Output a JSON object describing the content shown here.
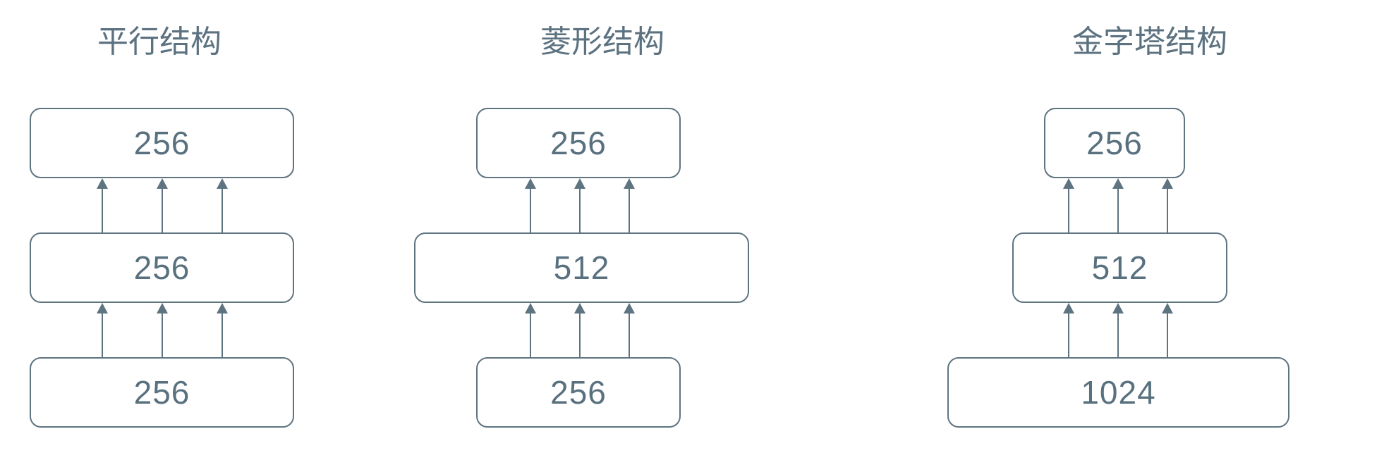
{
  "colors": {
    "background": "#ffffff",
    "stroke": "#5e7480",
    "text": "#59717f"
  },
  "diagrams": [
    {
      "title": "平行结构",
      "arrow_direction": "up",
      "arrows_per_gap": 3,
      "layers": [
        {
          "label": "256"
        },
        {
          "label": "256"
        },
        {
          "label": "256"
        }
      ]
    },
    {
      "title": "菱形结构",
      "arrow_direction": "up",
      "arrows_per_gap": 3,
      "layers": [
        {
          "label": "256"
        },
        {
          "label": "512"
        },
        {
          "label": "256"
        }
      ]
    },
    {
      "title": "金字塔结构",
      "arrow_direction": "up",
      "arrows_per_gap": 3,
      "layers": [
        {
          "label": "256"
        },
        {
          "label": "512"
        },
        {
          "label": "1024"
        }
      ]
    }
  ]
}
